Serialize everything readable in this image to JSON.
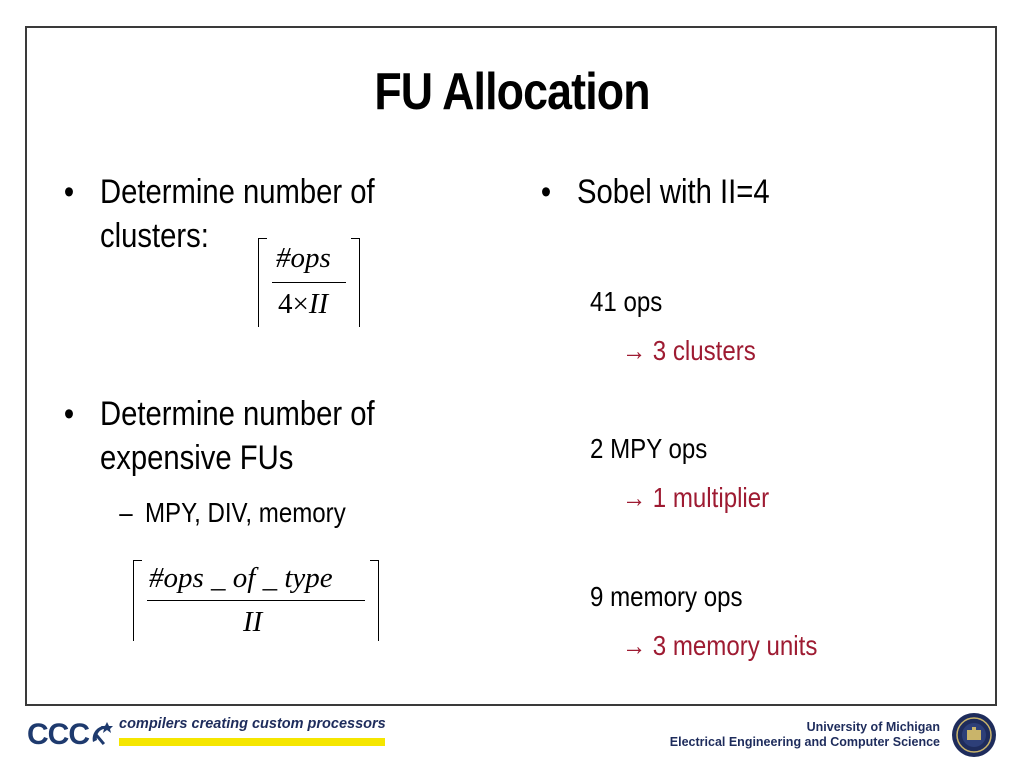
{
  "slide": {
    "title": "FU Allocation",
    "left": {
      "bullet1_line1": "Determine number of",
      "bullet1_line2": "clusters:",
      "formula1": {
        "numerator": "#ops",
        "denominator_a": "4",
        "denominator_op": "×",
        "denominator_b": "II"
      },
      "bullet2_line1": "Determine number of",
      "bullet2_line2": "expensive FUs",
      "sub_bullet": "MPY, DIV, memory",
      "formula2": {
        "numerator": "#ops _ of _ type",
        "denominator": "II"
      }
    },
    "right": {
      "bullet": "Sobel with II=4",
      "items": [
        {
          "label": "41 ops",
          "result": "→ 3 clusters"
        },
        {
          "label": "2 MPY ops",
          "result": "→ 1 multiplier"
        },
        {
          "label": "9 memory ops",
          "result": "→ 3 memory units"
        }
      ]
    }
  },
  "footer": {
    "logo_text": "CCC",
    "tagline": "compilers creating custom processors",
    "university": "University of Michigan",
    "department": "Electrical Engineering and Computer Science"
  },
  "colors": {
    "accent_red": "#9e1b32",
    "navy": "#1e2c5c",
    "yellow": "#f5e600"
  }
}
